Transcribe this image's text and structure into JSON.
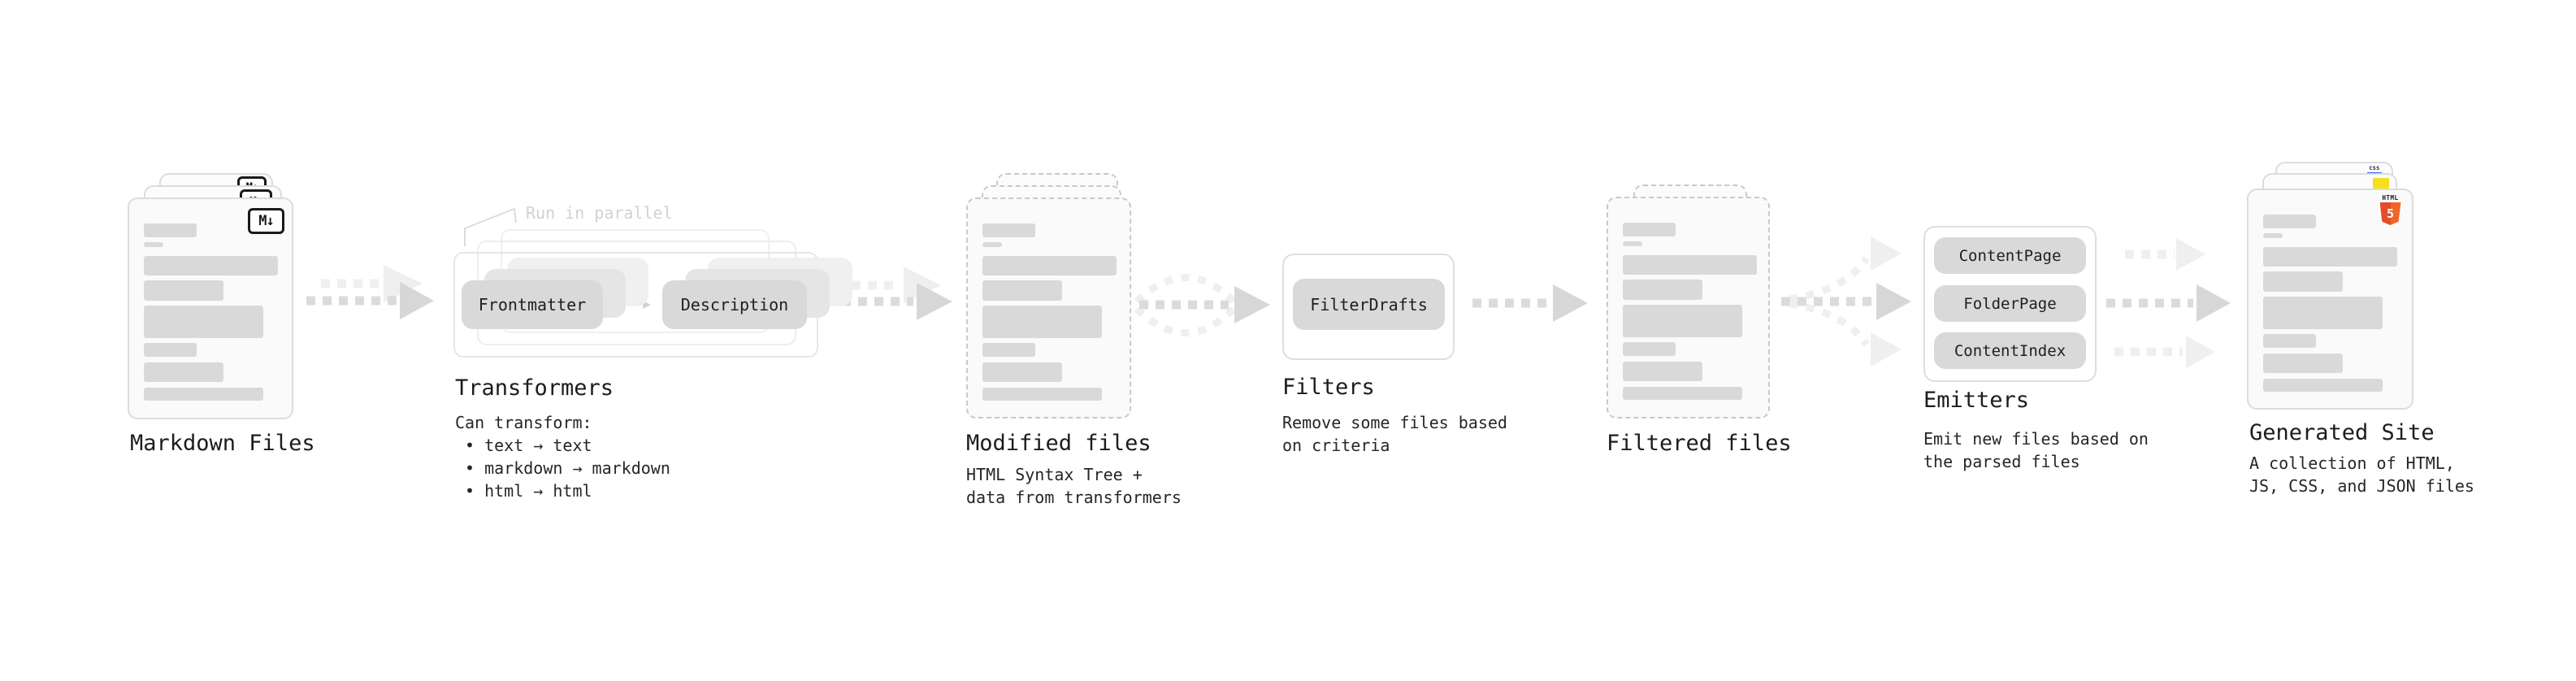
{
  "stages": {
    "markdown": {
      "title": "Markdown Files",
      "icon_glyph": "M↓"
    },
    "transformers": {
      "title": "Transformers",
      "note": "Run in parallel",
      "pill_left": "Frontmatter",
      "pill_right": "Description",
      "desc": "Can transform:",
      "bullets": [
        "• text → text",
        "• markdown → markdown",
        "• html → html"
      ]
    },
    "modified": {
      "title": "Modified files",
      "desc_lines": [
        "HTML Syntax Tree +",
        "data from transformers"
      ]
    },
    "filters": {
      "title": "Filters",
      "pill": "FilterDrafts",
      "desc_lines": [
        "Remove some files based",
        "on criteria"
      ]
    },
    "filtered": {
      "title": "Filtered files"
    },
    "emitters": {
      "title": "Emitters",
      "pills": [
        "ContentPage",
        "FolderPage",
        "ContentIndex"
      ],
      "desc_lines": [
        "Emit new files based on",
        "the parsed files"
      ]
    },
    "generated": {
      "title": "Generated Site",
      "desc_lines": [
        "A collection of HTML,",
        "JS, CSS, and JSON files"
      ],
      "html5_word": "HTML",
      "html5_number": "5",
      "css_word": "CSS"
    }
  },
  "icons": {
    "markdown": "markdown-file-badge",
    "html5": "html5-shield",
    "js": "javascript-badge",
    "css": "css3-badge"
  },
  "colors": {
    "title_ink": "#1c1c1c",
    "bar_gray": "#d9d9d9",
    "pill_gray": "#d9d9d9",
    "arrow_dark": "#dbdbdb",
    "arrow_light": "#efefef",
    "note_gray": "#d2d2d2",
    "html5_orange": "#e44d26",
    "html5_orange_light": "#f16529",
    "js_yellow": "#f7df1e",
    "css_blue": "#2965f1"
  }
}
